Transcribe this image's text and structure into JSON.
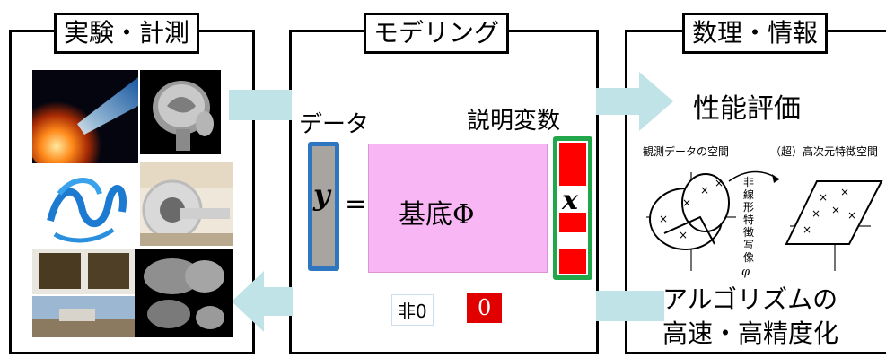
{
  "panels": {
    "left": {
      "title": "実験・計測"
    },
    "center": {
      "title": "モデリング"
    },
    "right": {
      "title": "数理・情報"
    }
  },
  "center": {
    "data_label": "データ",
    "explanatory_label": "説明変数",
    "y_symbol": "y",
    "equals": "=",
    "basis_label": "基底Φ",
    "x_symbol": "x",
    "nonzero_label": "非0",
    "zero_label": "0"
  },
  "right": {
    "performance_label": "性能評価",
    "observed_space_label": "観測データの空間",
    "feature_space_label": "（超）高次元特徴空間",
    "mapping_label": "非線形特徴写像",
    "mapping_symbol": "φ",
    "algorithm_line1": "アルゴリズムの",
    "algorithm_line2": "高速・高精度化"
  },
  "colors": {
    "arrow": "#bfe3e6",
    "data_vector_border": "#2f76c0",
    "data_vector_fill": "#a8a5a0",
    "basis_fill": "#f9b6f4",
    "x_vector_border": "#21a64a",
    "x_vector_red": "#ff0000",
    "zero_box": "#e00000"
  }
}
